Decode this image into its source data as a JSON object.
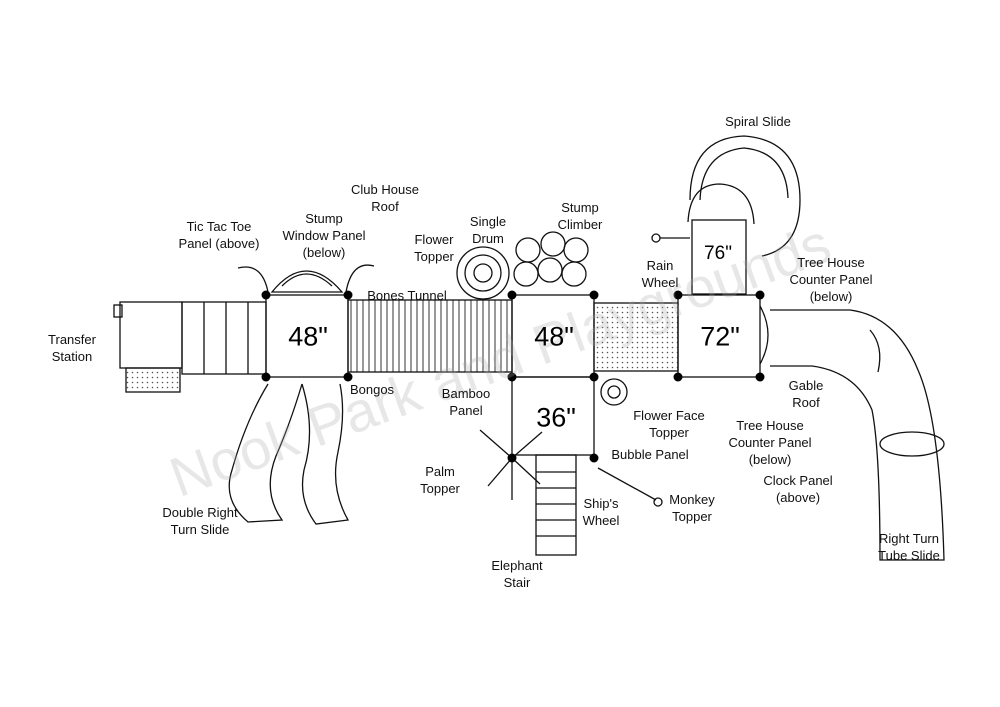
{
  "watermark": "Nook Park and Playgrounds",
  "decks": {
    "deck_left": "48\"",
    "deck_center": "48\"",
    "deck_right": "72\"",
    "deck_lower": "36\"",
    "deck_top": "76\""
  },
  "labels": {
    "transfer_station": "Transfer\nStation",
    "tic_tac_toe": "Tic Tac Toe\nPanel (above)",
    "stump_window": "Stump\nWindow Panel\n(below)",
    "club_house_roof": "Club House\nRoof",
    "flower_topper": "Flower\nTopper",
    "single_drum": "Single\nDrum",
    "stump_climber": "Stump\nClimber",
    "bones_tunnel": "Bones Tunnel",
    "rain_wheel": "Rain\nWheel",
    "spiral_slide": "Spiral Slide",
    "tree_house_counter_top": "Tree House\nCounter Panel\n(below)",
    "bongos": "Bongos",
    "bamboo_panel": "Bamboo\nPanel",
    "gable_roof": "Gable\nRoof",
    "flower_face_topper": "Flower Face\nTopper",
    "tree_house_counter_bottom": "Tree House\nCounter Panel\n(below)",
    "bubble_panel": "Bubble Panel",
    "clock_panel": "Clock Panel\n(above)",
    "palm_topper": "Palm\nTopper",
    "ships_wheel": "Ship's\nWheel",
    "monkey_topper": "Monkey\nTopper",
    "double_right_turn_slide": "Double Right\nTurn Slide",
    "elephant_stair": "Elephant\nStair",
    "right_turn_tube_slide": "Right Turn\nTube Slide"
  }
}
